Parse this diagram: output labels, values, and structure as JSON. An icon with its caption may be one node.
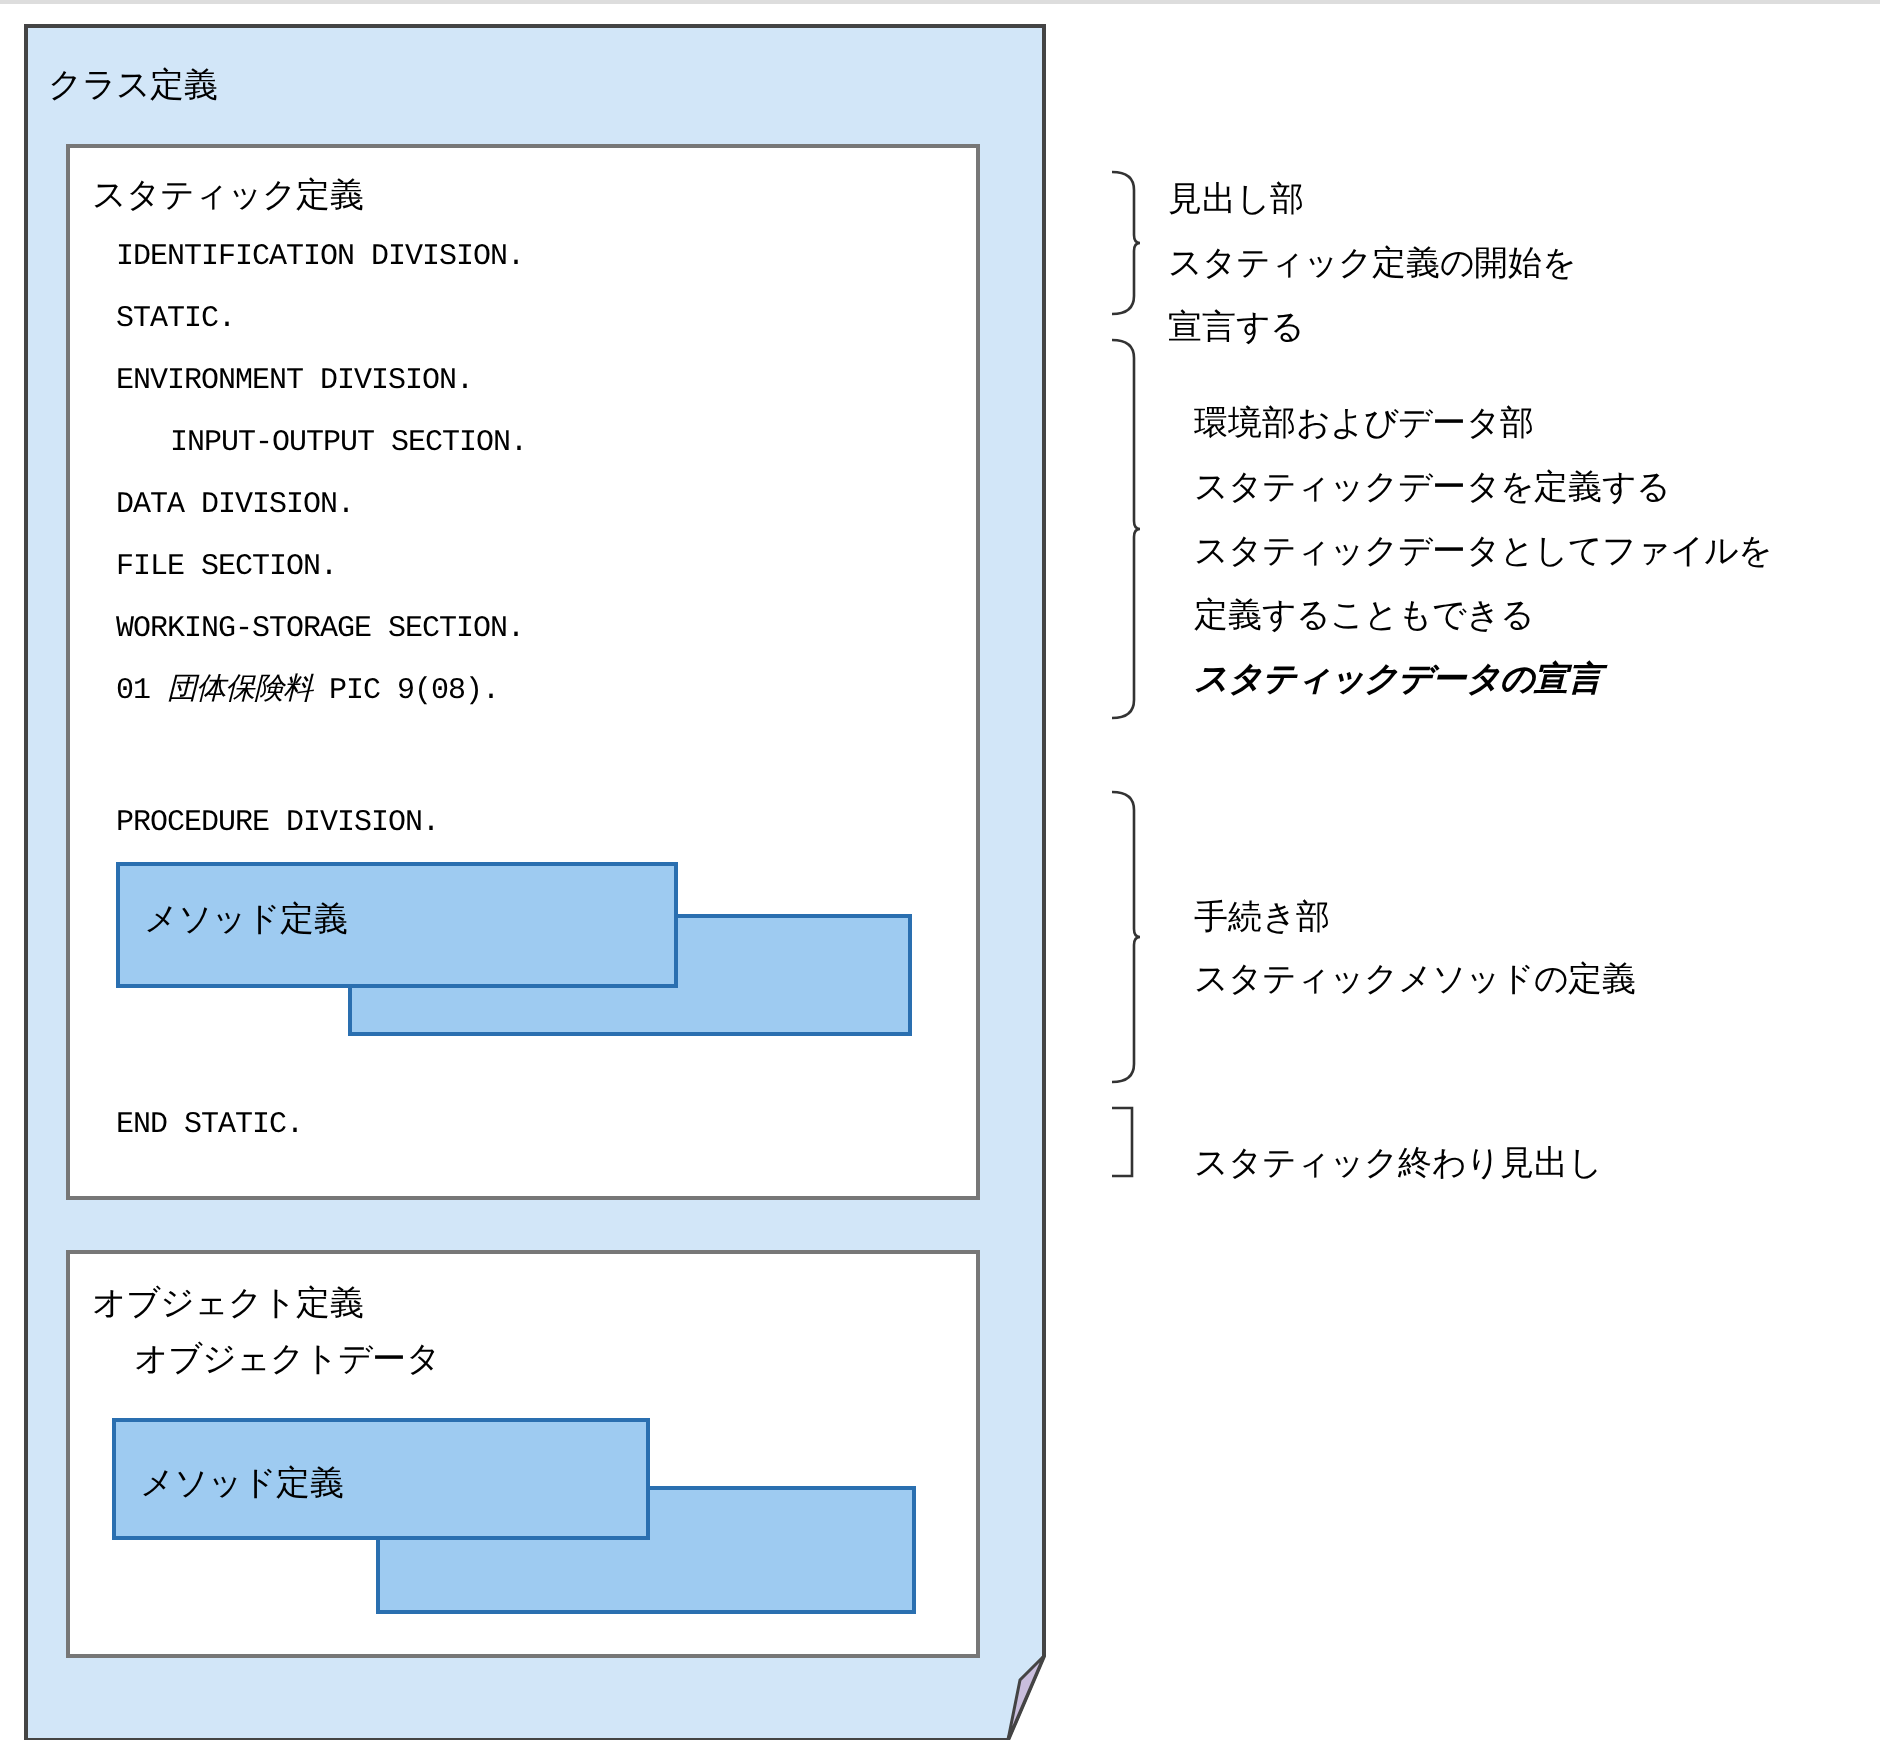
{
  "diagram": {
    "nodes": [
      {
        "text": [
          "クラス定義"
        ]
      },
      {
        "text": [
          "スタティック定義",
          "IDENTIFICATION DIVISION.",
          "STATIC.",
          "ENVIRONMENT DIVISION.",
          "INPUT-OUTPUT SECTION.",
          "DATA DIVISION.",
          "FILE SECTION.",
          "WORKING-STORAGE SECTION.",
          "01 *団体保険料* PIC 9(08).",
          "PROCEDURE DIVISION.",
          "END STATIC."
        ],
        "in": 0
      },
      {
        "text": [
          "メソッド定義"
        ],
        "in": 1
      },
      {
        "text": [],
        "shape": "box",
        "in": 1
      },
      {
        "text": [
          "オブジェクト定義",
          "オブジェクトデータ"
        ],
        "in": 0
      },
      {
        "text": [
          "メソッド定義"
        ],
        "in": 4
      },
      {
        "text": [],
        "shape": "box",
        "in": 4
      }
    ],
    "labels": [
      "見出し部",
      "スタティック定義の開始を宣言する",
      "環境部およびデータ部",
      "スタティックデータを定義する",
      "スタティックデータとしてファイルを定義することもできる",
      "スタティックデータの宣言",
      "手続き部",
      "スタティックメソッドの定義",
      "スタティック終わり見出し"
    ]
  }
}
